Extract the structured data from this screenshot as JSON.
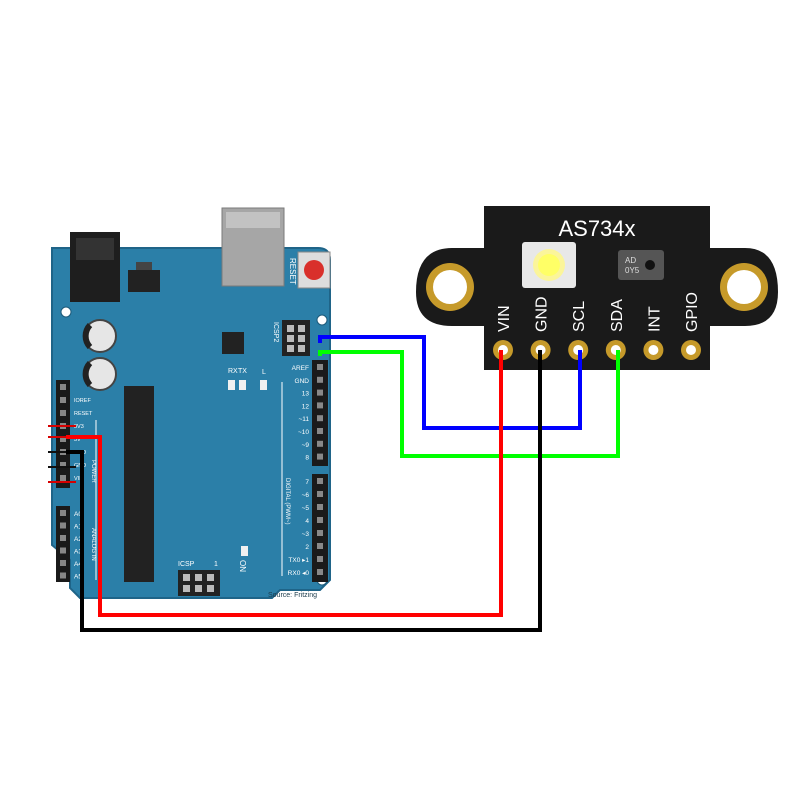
{
  "sensor": {
    "title": "AS734x",
    "chip_text_1": "AD",
    "chip_text_2": "0Y5",
    "pins": [
      "VIN",
      "GND",
      "SCL",
      "SDA",
      "INT",
      "GPIO"
    ]
  },
  "arduino": {
    "reset_label": "RESET",
    "icsp2_label": "ICSP2",
    "icsp_label": "ICSP",
    "icsp_num": "1",
    "tx_label": "TX",
    "rx_label": "RX",
    "l_label": "L",
    "on_label": "ON",
    "digital_label": "DIGITAL (PWM~)",
    "power_label": "POWER",
    "analog_label": "ANALOG IN",
    "source": "Source: Fritzing",
    "top_header_labels": [
      "AREF",
      "GND",
      "13",
      "12",
      "~11",
      "~10",
      "~9",
      "8"
    ],
    "bottom_header_labels": [
      "7",
      "~6",
      "~5",
      "4",
      "~3",
      "2",
      "TX0 ▸1",
      "RX0 ◂0"
    ],
    "power_labels": [
      "IOREF",
      "RESET",
      "3V3",
      "5V",
      "GND",
      "GND",
      "VIN"
    ],
    "analog_labels": [
      "A0",
      "A1",
      "A2",
      "A3",
      "A4",
      "A5"
    ]
  },
  "wires": {
    "vin_color": "#ff0000",
    "gnd_color": "#000000",
    "scl_color": "#0000ff",
    "sda_color": "#00ff00"
  }
}
